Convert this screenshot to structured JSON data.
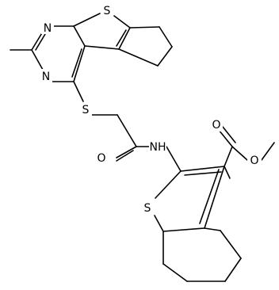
{
  "atoms": {
    "n_top": "N",
    "s_thiophene_top": "S",
    "n_bottom": "N",
    "s_thioether": "S",
    "o_amide": "O",
    "nh_amide": "NH",
    "o_ester_carbonyl": "O",
    "o_ester_methoxy": "O",
    "s_thiophene_bottom": "S"
  }
}
